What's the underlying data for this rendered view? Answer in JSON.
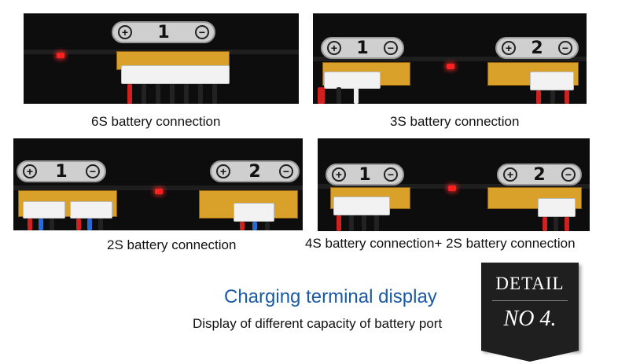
{
  "panels": [
    {
      "caption": "6S battery connection",
      "ports": [
        {
          "number": "1"
        }
      ]
    },
    {
      "caption": "3S battery connection",
      "ports": [
        {
          "number": "1"
        },
        {
          "number": "2"
        }
      ]
    },
    {
      "caption": "2S battery connection",
      "ports": [
        {
          "number": "1"
        },
        {
          "number": "2"
        }
      ]
    },
    {
      "caption": "4S battery connection+ 2S battery connection",
      "ports": [
        {
          "number": "1"
        },
        {
          "number": "2"
        }
      ]
    }
  ],
  "symbols": {
    "plus": "⊕",
    "minus": "⊖"
  },
  "headline": "Charging terminal display",
  "subheadline": "Display of different capacity of battery port",
  "detail_badge": {
    "title": "DETAIL",
    "number": "NO 4."
  },
  "colors": {
    "headline": "#1a5aa6",
    "port": "#d9a12a",
    "led": "#ff2020",
    "badge": "#1f1f1f"
  }
}
